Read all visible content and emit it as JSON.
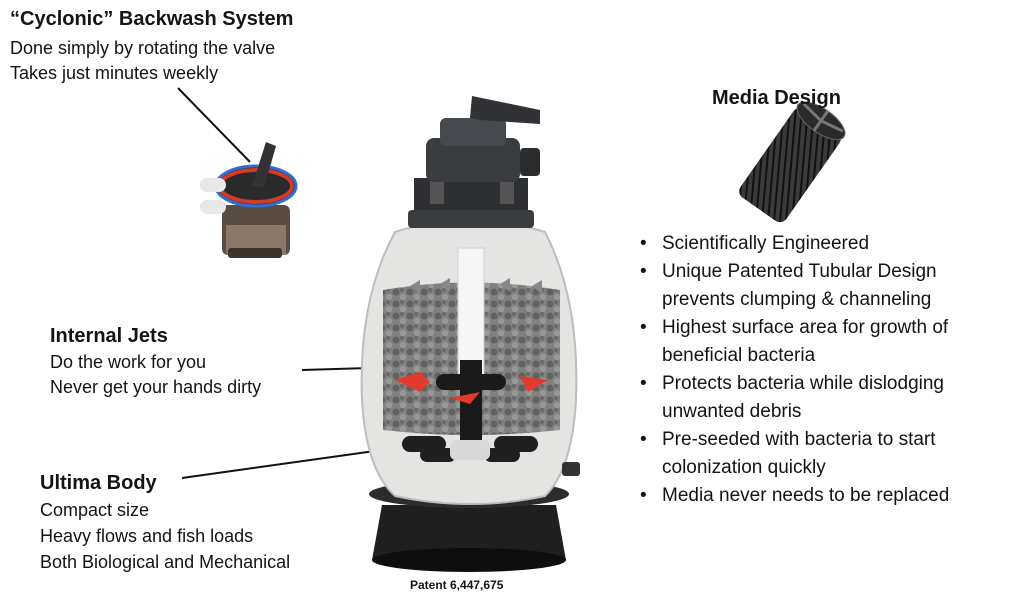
{
  "backwash": {
    "title": "“Cyclonic” Backwash System",
    "lines": [
      "Done simply by rotating the valve",
      "Takes just minutes weekly"
    ]
  },
  "jets": {
    "title": "Internal Jets",
    "lines": [
      "Do the work for you",
      "Never get your hands dirty"
    ]
  },
  "body": {
    "title": "Ultima Body",
    "lines": [
      "Compact size",
      "Heavy flows and fish loads",
      "Both Biological and Mechanical"
    ]
  },
  "media": {
    "title": "Media Design",
    "bullets": [
      [
        "Scientifically Engineered"
      ],
      [
        "Unique Patented Tubular Design",
        "prevents clumping & channeling"
      ],
      [
        "Highest surface area for growth of",
        "beneficial bacteria"
      ],
      [
        "Protects bacteria while dislodging",
        "unwanted debris"
      ],
      [
        "Pre-seeded with bacteria to start",
        "colonization quickly"
      ],
      [
        "Media never needs to be replaced"
      ]
    ]
  },
  "patent": "Patent 6,447,675",
  "colors": {
    "body": "#e4e4e2",
    "base": "#1f1f1f",
    "valve": "#3a3d40",
    "arrows": "#e23a2c",
    "ring": "#2f6fd0"
  }
}
